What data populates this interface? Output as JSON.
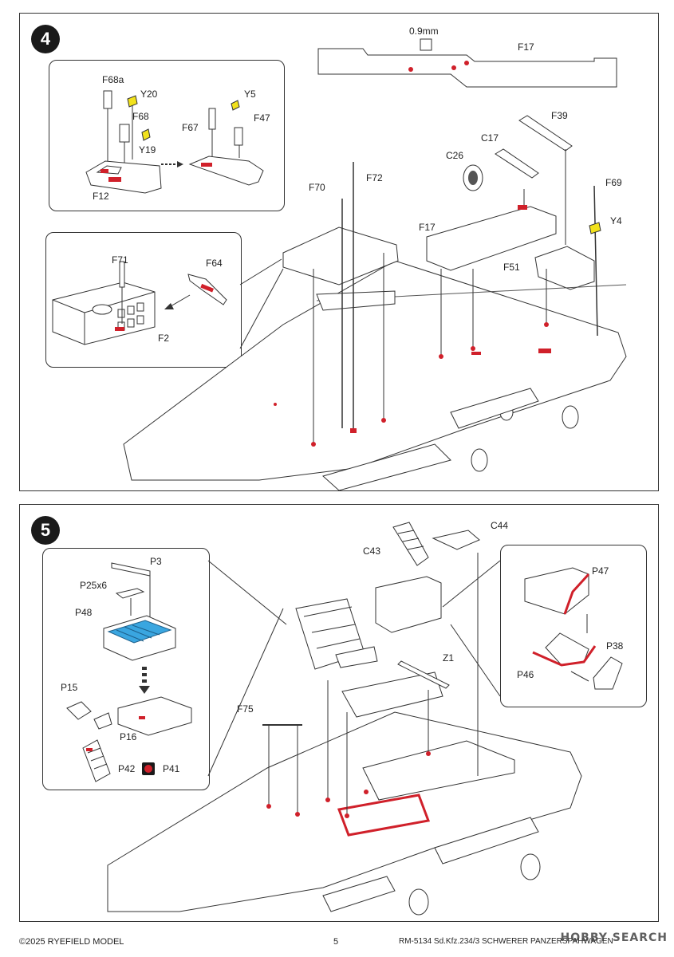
{
  "steps": [
    {
      "number": "4",
      "labels": {
        "f68a": "F68a",
        "y20": "Y20",
        "f68": "F68",
        "y19": "Y19",
        "f12": "F12",
        "y5": "Y5",
        "f67": "F67",
        "f47": "F47",
        "f71": "F71",
        "f64": "F64",
        "f2": "F2",
        "thickness": "0.9mm",
        "f17_top": "F17",
        "f39": "F39",
        "c17": "C17",
        "c26": "C26",
        "f70": "F70",
        "f72": "F72",
        "f17": "F17",
        "f51": "F51",
        "f69": "F69",
        "y4": "Y4"
      }
    },
    {
      "number": "5",
      "labels": {
        "p3": "P3",
        "p25x6": "P25x6",
        "p48": "P48",
        "p15": "P15",
        "p16": "P16",
        "p42": "P42",
        "p41": "P41",
        "c43": "C43",
        "c44": "C44",
        "z1": "Z1",
        "f75": "F75",
        "p47": "P47",
        "p38": "P38",
        "p46": "P46"
      }
    }
  ],
  "footer": {
    "copyright": "©2025 RYEFIELD MODEL",
    "page_number": "5",
    "product": "RM-5134 Sd.Kfz.234/3 SCHWERER PANZERSPAHWAGEN",
    "watermark": "HOBBY SEARCH"
  },
  "colors": {
    "highlight": "#d0202a",
    "yellow_part": "#f2e21c",
    "blue_part": "#3aa6e0",
    "line": "#333333"
  }
}
